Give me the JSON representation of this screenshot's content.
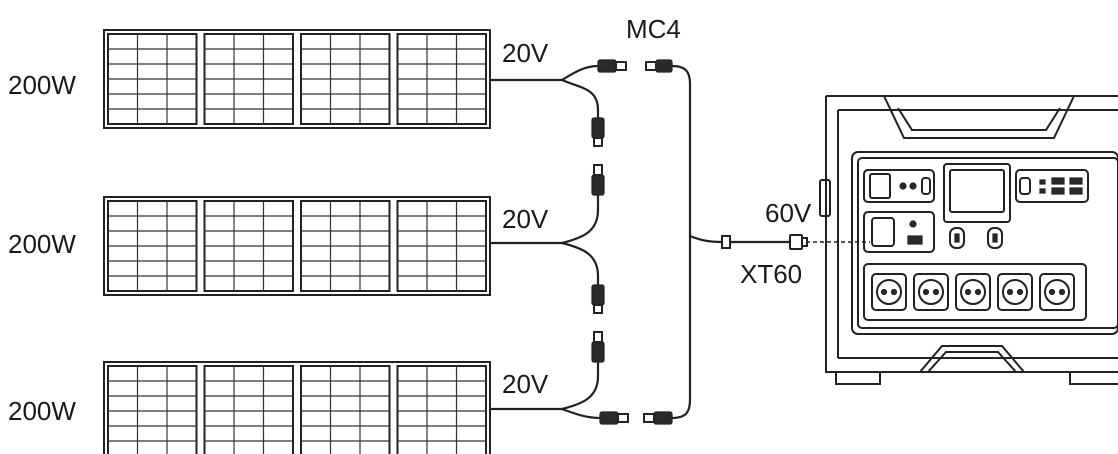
{
  "panels": [
    {
      "power": "200W",
      "voltage": "20V"
    },
    {
      "power": "200W",
      "voltage": "20V"
    },
    {
      "power": "200W",
      "voltage": "20V"
    }
  ],
  "connector_mc4": "MC4",
  "output_voltage": "60V",
  "connector_xt60": "XT60"
}
